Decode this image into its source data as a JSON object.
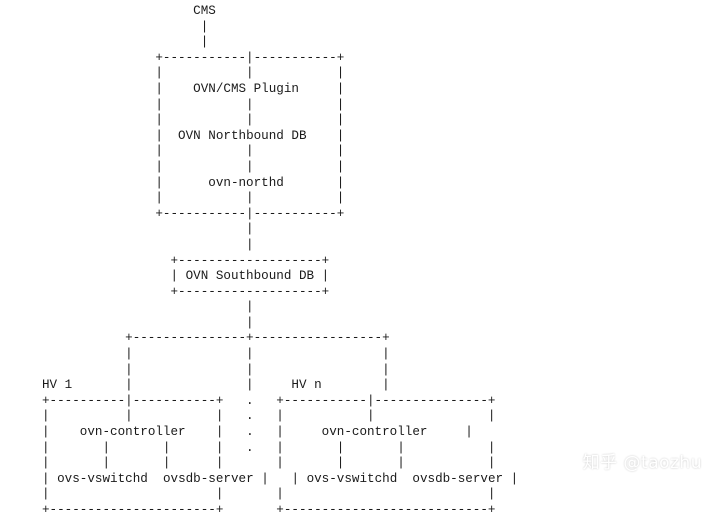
{
  "diagram": {
    "lines": [
      "                           CMS",
      "                            |",
      "                            |",
      "              +-----------|-----------+",
      "              |           |           |",
      "              |     OVN/CMS Plugin    |",
      "              |           |           |",
      "              |           |           |",
      "              |   OVN Northbound DB   |",
      "              |           |           |",
      "              |           |           |",
      "              |       ovn-northd      |",
      "              |           |           |",
      "              +-----------|-----------+",
      "                          |",
      "                          |",
      "                +-------------------+",
      "                | OVN Southbound DB |",
      "                +-------------------+",
      "                          |",
      "                          |",
      "            +-----------------------------------+",
      "            |             |                     |",
      "            |             |                     |",
      "  HV 1      |             |     HV n            |",
      "+-----------|-----------+ .   +-------------|-------------+",
      "|           |           | .   |             |             |",
      "|    ovn-controller     | .   |       ovn-controller      |",
      "|        |        |     | .   |          |        |       |",
      "|        |        |     |     |          |        |       |",
      "| ovs-vswitchd  ovsdb-server |  | ovs-vswitchd  ovsdb-server |",
      "|                       |     |                           |",
      "+-----------------------+     +---------------------------+"
    ]
  },
  "watermark": "知乎 @taozhu"
}
